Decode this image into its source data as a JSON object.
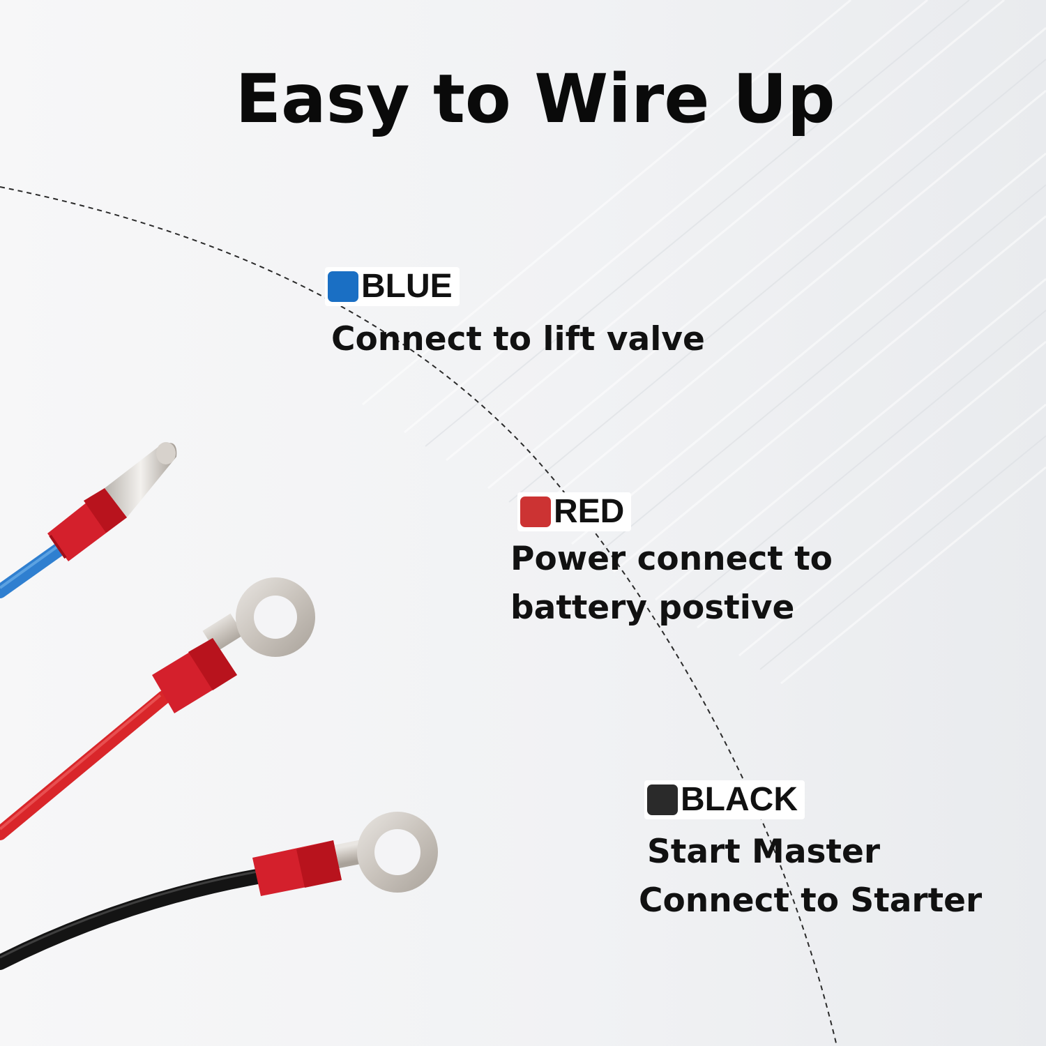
{
  "title": "Easy to Wire Up",
  "colors": {
    "blue": "#1a6fc4",
    "red": "#cc3333",
    "black": "#2a2a2a",
    "wire_blue": "#2f7fd0",
    "wire_red": "#d9262a",
    "wire_black": "#141414",
    "terminal_red": "#d4202c"
  },
  "wires": [
    {
      "color_name": "BLUE",
      "terminal": "bullet-connector",
      "description_lines": [
        "Connect to lift valve"
      ]
    },
    {
      "color_name": "RED",
      "terminal": "ring-terminal",
      "description_lines": [
        "Power connect to",
        "battery postive"
      ]
    },
    {
      "color_name": "BLACK",
      "terminal": "ring-terminal",
      "description_lines": [
        "Start Master",
        " Connect to Starter"
      ]
    }
  ]
}
